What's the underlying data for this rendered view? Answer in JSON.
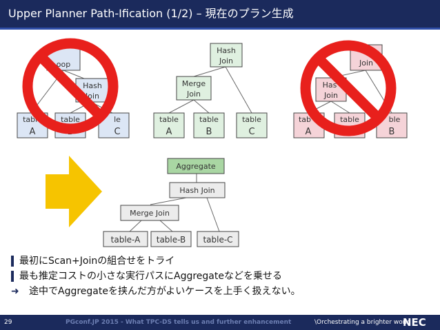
{
  "title": "Upper Planner Path-Ification (1/2) – 現在のプラン生成",
  "plan_left": {
    "nodes": [
      {
        "line1": "",
        "line2": "oop"
      },
      {
        "line1": "Hash",
        "line2": "Join"
      },
      {
        "line1": "table",
        "line2": "A"
      },
      {
        "line1": "table",
        "line2": "B"
      },
      {
        "line1": "le",
        "line2": "C"
      }
    ]
  },
  "plan_middle": {
    "nodes": [
      {
        "line1": "Hash",
        "line2": "Join"
      },
      {
        "line1": "Merge",
        "line2": "Join"
      },
      {
        "line1": "table",
        "line2": "A"
      },
      {
        "line1": "table",
        "line2": "B"
      },
      {
        "line1": "table",
        "line2": "C"
      }
    ]
  },
  "plan_right": {
    "nodes": [
      {
        "line1": "",
        "line2": "Join"
      },
      {
        "line1": "Has",
        "line2": "Join"
      },
      {
        "line1": "tab",
        "line2": "A"
      },
      {
        "line1": "table",
        "line2": "C"
      },
      {
        "line1": "ble",
        "line2": "B"
      }
    ]
  },
  "plan_bottom": {
    "aggregate": "Aggregate",
    "hash_join": "Hash Join",
    "merge_join": "Merge Join",
    "table_a": "table-A",
    "table_b": "table-B",
    "table_c": "table-C"
  },
  "bullets": [
    "最初にScan+Joinの組合せをトライ",
    "最も推定コストの小さな実行パスにAggregateなどを乗せる"
  ],
  "conclusion": "途中でAggregateを挟んだ方がよいケースを上手く扱えない。",
  "footer": {
    "page_number": "29",
    "text": "PGconf.JP 2015 - What TPC-DS tells us and further enhancement",
    "slogan": "\\Orchestrating a brighter world",
    "logo": "NEC"
  },
  "colors": {
    "title_bg": "#1b2a5c",
    "node_blue": "#dce6f5",
    "node_green": "#dff0e0",
    "node_pink": "#f5d3d8",
    "node_grey": "#ececec",
    "aggregate_green": "#a9d6a3",
    "prohibit_red": "#e8201c",
    "arrow_yellow": "#f6c400"
  }
}
